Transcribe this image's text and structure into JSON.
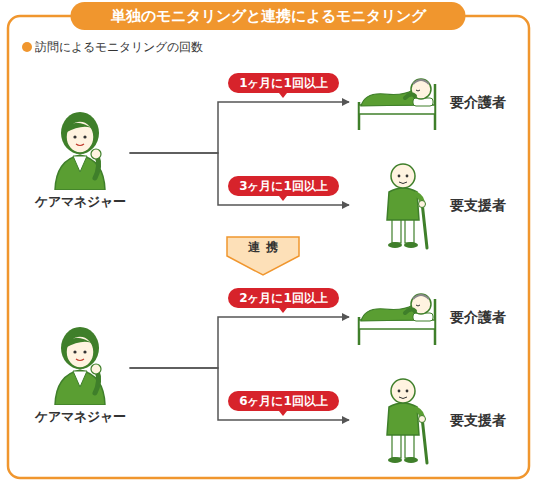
{
  "diagram": {
    "title": "単独のモニタリングと連携によるモニタリング",
    "nodes": [
      {
        "text": [
          "ケアマネジャー"
        ]
      },
      {
        "text": [
          "要介護者"
        ]
      },
      {
        "text": [
          "要支援者"
        ]
      },
      {
        "text": [
          "連携"
        ]
      },
      {
        "text": [
          "ケアマネジャー"
        ]
      },
      {
        "text": [
          "要介護者"
        ]
      },
      {
        "text": [
          "要支援者"
        ]
      }
    ],
    "edges": [
      {
        "from": 0,
        "to": 1,
        "label": "1ヶ月に1回以上",
        "arrow": "to"
      },
      {
        "from": 0,
        "to": 2,
        "label": "3ヶ月に1回以上",
        "arrow": "to"
      },
      {
        "from": 4,
        "to": 5,
        "label": "2ヶ月に1回以上",
        "arrow": "to"
      },
      {
        "from": 4,
        "to": 6,
        "label": "6ヶ月に1回以上",
        "arrow": "to"
      }
    ],
    "labels": [
      "訪問によるモニタリングの回数"
    ]
  }
}
